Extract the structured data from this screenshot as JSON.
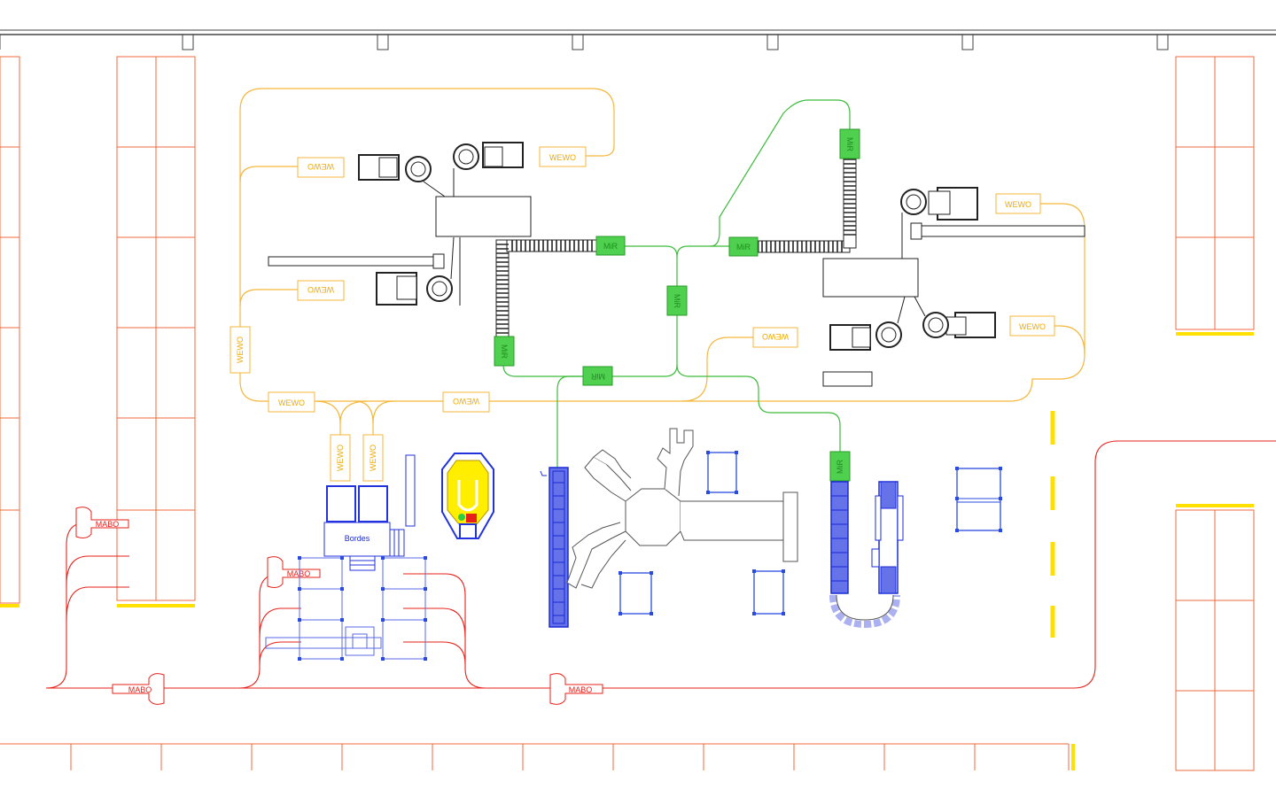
{
  "colors": {
    "background": "#ffffff",
    "rack": "#f06a3c",
    "yellow_route": "#f5b73b",
    "green_route": "#3cbc3c",
    "red_route": "#e8201a",
    "blue_equipment": "#2233dd",
    "machine": "#333333",
    "marker_yellow": "#ffe000"
  },
  "labels": {
    "wewo": "WEWO",
    "mabo": "MABO",
    "bordes": "Bordes",
    "mir": "MiR"
  },
  "icons": {
    "bordes_cell": "workstation-icon",
    "yellow_cell": "robot-cell-icon",
    "conveyor": "conveyor-icon"
  }
}
